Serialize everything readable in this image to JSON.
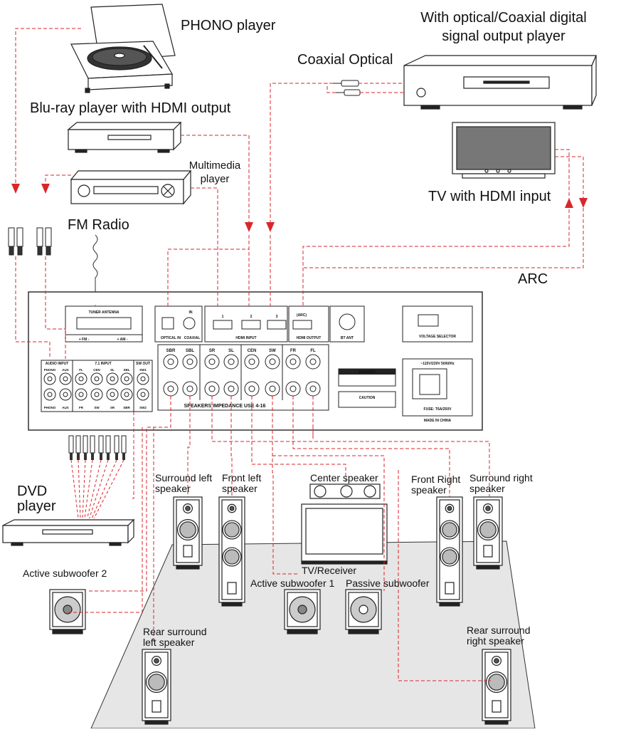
{
  "labels": {
    "phono_player": "PHONO player",
    "digital_player": "With optical/Coaxial digital\nsignal output player",
    "coax_optical": "Coaxial Optical",
    "bluray": "Blu-ray player with HDMI output",
    "multimedia": "Multimedia\nplayer",
    "tv_hdmi": "TV with HDMI input",
    "fm_radio": "FM Radio",
    "arc": "ARC",
    "dvd": "DVD\nplayer",
    "surround_left": "Surround left\nspeaker",
    "front_left": "Front left\nspeaker",
    "center": "Center speaker",
    "front_right": "Front Right\nspeaker",
    "surround_right": "Surround right\nspeaker",
    "tv_receiver": "TV/Receiver",
    "active_sub1": "Active subwoofer 1",
    "passive_sub": "Passive subwoofer",
    "active_sub2": "Active subwoofer 2",
    "rear_left": "Rear surround\nleft speaker",
    "rear_right": "Rear surround\nright speaker"
  },
  "panel": {
    "tuner_antenna": "TUNER ANTENNA",
    "fm": "+ FM -",
    "am": "+ AM -",
    "optical_in": "OPTICAL IN",
    "coaxial": "COAXIAL",
    "coax_marker": "IN",
    "hdmi_input": "HDMI INPUT",
    "hdmi_ports": [
      "1",
      "2",
      "3"
    ],
    "arc_tag": "(ARC)",
    "hdmi_output": "HDMI OUTPUT",
    "bt_ant": "BT ANT",
    "voltage_selector": "VOLTAGE SELECTOR",
    "audio_input": "AUDIO INPUT",
    "audio_top": [
      "PHONO",
      "AUX"
    ],
    "audio_bottom": [
      "PHONO",
      "AUX"
    ],
    "input71": "7.1 INPUT",
    "in71_top": [
      "FL",
      "CEN",
      "SL",
      "SBL"
    ],
    "in71_bottom": [
      "FR",
      "SW",
      "SR",
      "SBR"
    ],
    "sw_out": "SW OUT",
    "sw_top": "SW1",
    "sw_bottom": "SW2",
    "speaker_channels": [
      "SBR",
      "SBL",
      "SR",
      "SL",
      "CEN",
      "SW",
      "FR",
      "FL"
    ],
    "impedance": "SPEAKERS IMPEDANCE USE 4-16",
    "warning": "WARNING",
    "caution": "CAUTION",
    "power_rating": "~115V/230V 50/60Hz",
    "fuse": "FUSE: T6A/250V",
    "made_in": "MADE IN CHINA"
  },
  "colors": {
    "wire": "#d9262b",
    "line": "#222222",
    "floor": "#e6e6e6",
    "panel": "#ffffff"
  }
}
